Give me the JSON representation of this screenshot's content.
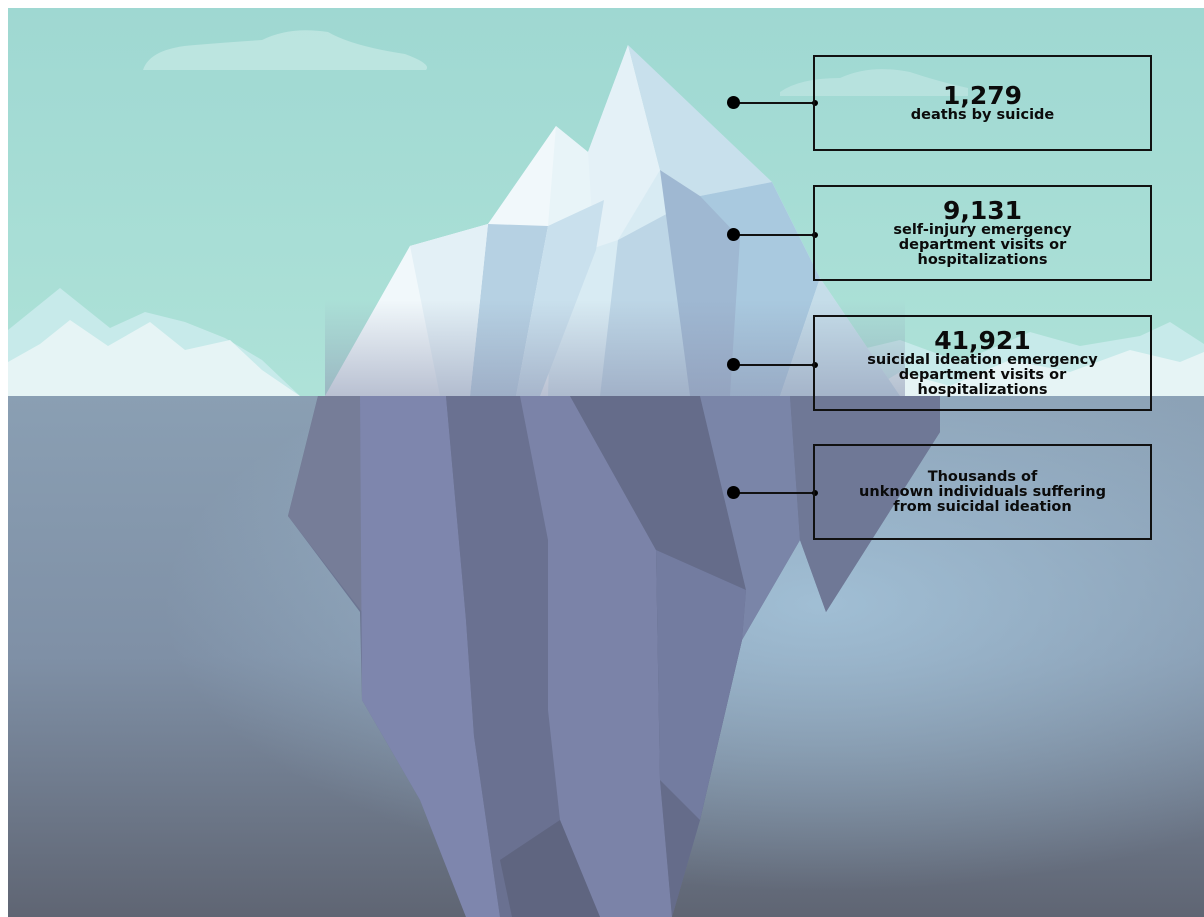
{
  "colors": {
    "sky": "#a8ddd4",
    "water_top": "#8a9cb0",
    "water_bottom": "#646a79",
    "ice_light": "#eef6fa",
    "ice_blue": "#b7d5e6",
    "underwater_ice": "#7c86a8",
    "callout_border": "#111111"
  },
  "callouts": [
    {
      "value": "1,279",
      "label": [
        "deaths by suicide"
      ]
    },
    {
      "value": "9,131",
      "label": [
        "self-injury emergency",
        "department visits or",
        "hospitalizations"
      ]
    },
    {
      "value": "41,921",
      "label": [
        "suicidal ideation emergency",
        "department visits or",
        "hospitalizations"
      ]
    },
    {
      "value": "",
      "label": [
        "Thousands of",
        "unknown individuals suffering",
        "from suicidal ideation"
      ]
    }
  ]
}
